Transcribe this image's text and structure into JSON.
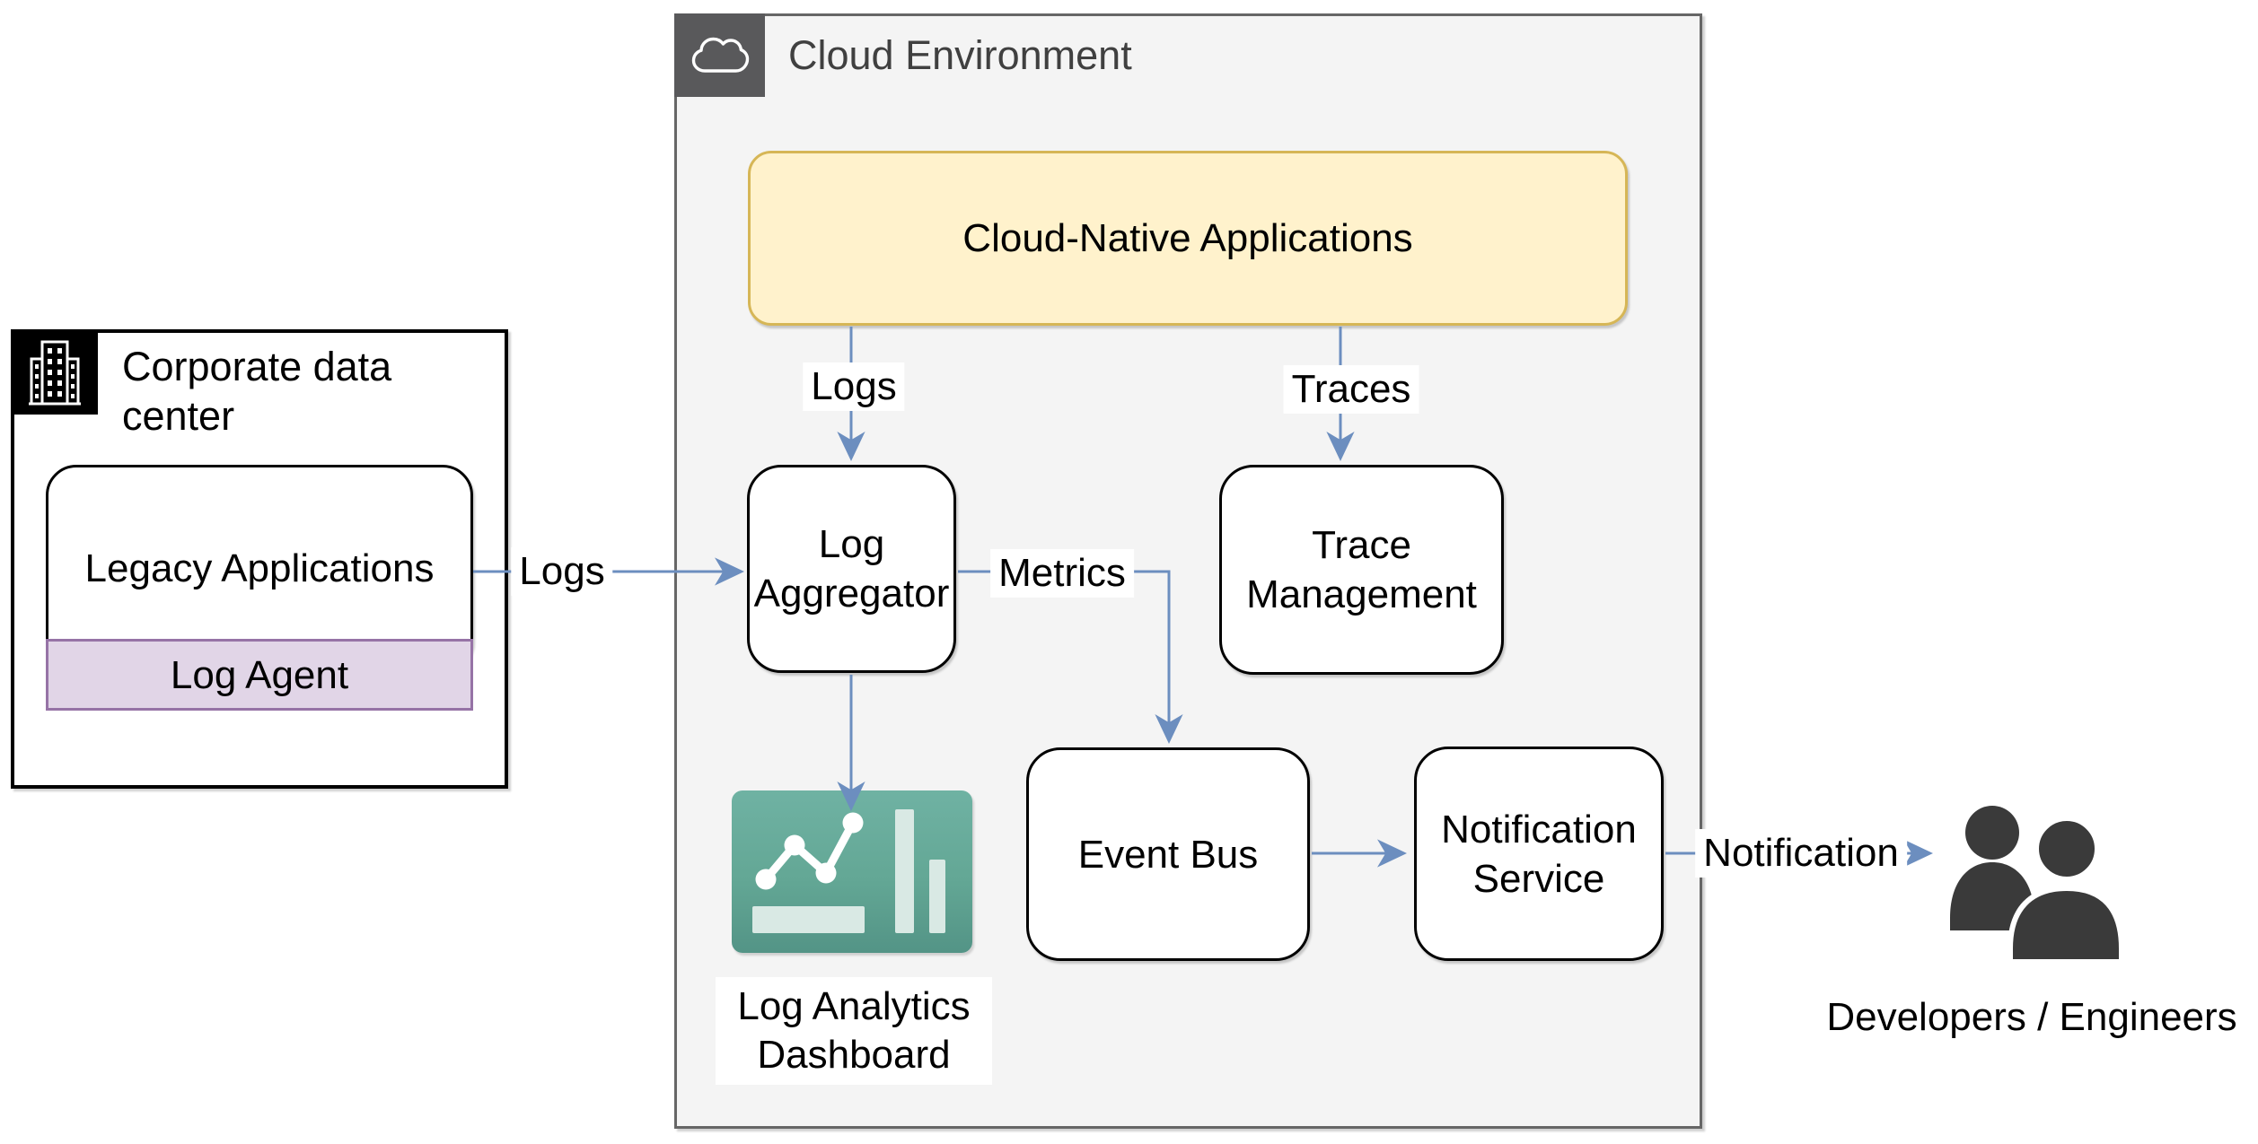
{
  "containers": {
    "cloud_environment": {
      "title": "Cloud Environment",
      "icon": "cloud-icon"
    },
    "corporate_data_center": {
      "title": "Corporate data center",
      "icon": "building-icon"
    }
  },
  "nodes": {
    "cloud_native_apps": {
      "label": "Cloud-Native Applications"
    },
    "legacy_apps": {
      "label": "Legacy Applications"
    },
    "log_agent": {
      "label": "Log Agent"
    },
    "log_aggregator": {
      "label": "Log Aggregator"
    },
    "trace_management": {
      "label": "Trace Management"
    },
    "event_bus": {
      "label": "Event Bus"
    },
    "notification_service": {
      "label": "Notification Service"
    },
    "log_analytics_dashboard": {
      "label": "Log Analytics Dashboard",
      "icon": "dashboard-chart-icon"
    },
    "developers": {
      "label": "Developers / Engineers",
      "icon": "people-icon"
    }
  },
  "edges": [
    {
      "id": "legacy-to-aggregator",
      "from": "Legacy Applications",
      "to": "Log Aggregator",
      "label": "Logs"
    },
    {
      "id": "cloudnative-to-aggregator",
      "from": "Cloud-Native Applications",
      "to": "Log Aggregator",
      "label": "Logs"
    },
    {
      "id": "cloudnative-to-tracemgmt",
      "from": "Cloud-Native Applications",
      "to": "Trace Management",
      "label": "Traces"
    },
    {
      "id": "aggregator-to-eventbus",
      "from": "Log Aggregator",
      "to": "Event Bus",
      "label": "Metrics"
    },
    {
      "id": "aggregator-to-dashboard",
      "from": "Log Aggregator",
      "to": "Log Analytics Dashboard",
      "label": ""
    },
    {
      "id": "eventbus-to-notification",
      "from": "Event Bus",
      "to": "Notification Service",
      "label": ""
    },
    {
      "id": "notification-to-developers",
      "from": "Notification Service",
      "to": "Developers / Engineers",
      "label": "Notification"
    }
  ],
  "colors": {
    "canvas_bg": "#FFFFFF",
    "container_fill": "#F4F4F4",
    "container_border": "#666666",
    "container_tab": "#59595B",
    "corporate_tab": "#000000",
    "corporate_border": "#000000",
    "node_fill": "#FFFFFF",
    "node_border": "#000000",
    "yellow_fill": "#FFF2CC",
    "yellow_border": "#D6B656",
    "purple_fill": "#E1D5E7",
    "purple_border": "#9673A6",
    "arrow": "#6C8EBF",
    "teal_top": "#6FB2A3",
    "teal_bottom": "#539486",
    "icon_bar": "#D9E9E4",
    "people": "#3A3A3A",
    "title_text": "#404040",
    "text": "#000000"
  }
}
